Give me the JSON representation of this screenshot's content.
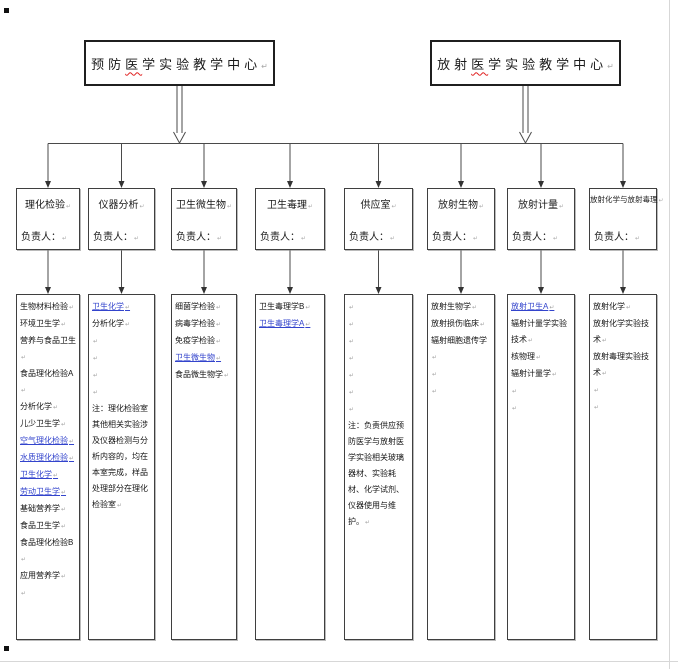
{
  "colors": {
    "link": "#3344cc",
    "squiggle": "#e02020",
    "connector": "#4a4a4a"
  },
  "top_centers": [
    {
      "pre": "预防",
      "marked": "医",
      "post": "学实验教学中心"
    },
    {
      "pre": "放射",
      "marked": "医",
      "post": "学实验教学中心"
    }
  ],
  "leader_label": "负责人：",
  "departments": [
    {
      "title": "理化检验",
      "items": [
        {
          "text": "生物材料检验",
          "link": false
        },
        {
          "text": "环境卫生学",
          "link": false
        },
        {
          "text": "营养与食品卫生",
          "link": false
        },
        {
          "text": "食品理化检验A",
          "link": false
        },
        {
          "text": "分析化学",
          "link": false
        },
        {
          "text": "儿少卫生学",
          "link": false
        },
        {
          "text": "空气理化检验",
          "link": true
        },
        {
          "text": "水质理化检验",
          "link": true
        },
        {
          "text": "卫生化学",
          "link": true
        },
        {
          "text": "劳动卫生学",
          "link": true
        },
        {
          "text": "基础营养学",
          "link": false
        },
        {
          "text": "食品卫生学",
          "link": false
        },
        {
          "text": "食品理化检验B",
          "link": false
        },
        {
          "text": "应用营养学",
          "link": false
        },
        {
          "text": "",
          "link": false
        }
      ]
    },
    {
      "title": "仪器分析",
      "items": [
        {
          "text": "卫生化学",
          "link": true
        },
        {
          "text": "分析化学",
          "link": false
        },
        {
          "text": "",
          "link": false
        },
        {
          "text": "",
          "link": false
        },
        {
          "text": "",
          "link": false
        },
        {
          "text": "",
          "link": false
        },
        {
          "text": "注：理化检验室其他相关实验涉及仪器检测与分析内容的，均在本室完成，样品处理部分在理化检验室",
          "link": false,
          "note": true
        }
      ]
    },
    {
      "title": "卫生微生物",
      "items": [
        {
          "text": "细菌学检验",
          "link": false
        },
        {
          "text": "病毒学检验",
          "link": false
        },
        {
          "text": "免疫学检验",
          "link": false
        },
        {
          "text": "卫生微生物",
          "link": true
        },
        {
          "text": "食品微生物学",
          "link": false
        }
      ]
    },
    {
      "title": "卫生毒理",
      "items": [
        {
          "text": "卫生毒理学B",
          "link": false
        },
        {
          "text": "卫生毒理学A",
          "link": true
        }
      ]
    },
    {
      "title": "供应室",
      "items": [
        {
          "text": "",
          "link": false
        },
        {
          "text": "",
          "link": false
        },
        {
          "text": "",
          "link": false
        },
        {
          "text": "",
          "link": false
        },
        {
          "text": "",
          "link": false
        },
        {
          "text": "",
          "link": false
        },
        {
          "text": "",
          "link": false
        },
        {
          "text": "注：负责供应预防医学与放射医学实验相关玻璃器材、实验耗材、化学试剂、仪器使用与维护。",
          "link": false,
          "note": true
        }
      ]
    },
    {
      "title": "放射生物",
      "items": [
        {
          "text": "放射生物学",
          "link": false
        },
        {
          "text": "放射损伤临床",
          "link": false
        },
        {
          "text": "辐射细胞遗传学",
          "link": false
        },
        {
          "text": "",
          "link": false
        },
        {
          "text": "",
          "link": false
        }
      ]
    },
    {
      "title": "放射计量",
      "items": [
        {
          "text": "放射卫生A",
          "link": true
        },
        {
          "text": "辐射计量学实验技术",
          "link": false
        },
        {
          "text": "核物理",
          "link": false
        },
        {
          "text": "辐射计量学",
          "link": false
        },
        {
          "text": "",
          "link": false
        },
        {
          "text": "",
          "link": false
        }
      ]
    },
    {
      "title": "放射化学与放射毒理",
      "items": [
        {
          "text": "放射化学",
          "link": false
        },
        {
          "text": "放射化学实验技术",
          "link": false
        },
        {
          "text": "放射毒理实验技术",
          "link": false
        },
        {
          "text": "",
          "link": false
        },
        {
          "text": "",
          "link": false
        }
      ]
    }
  ]
}
